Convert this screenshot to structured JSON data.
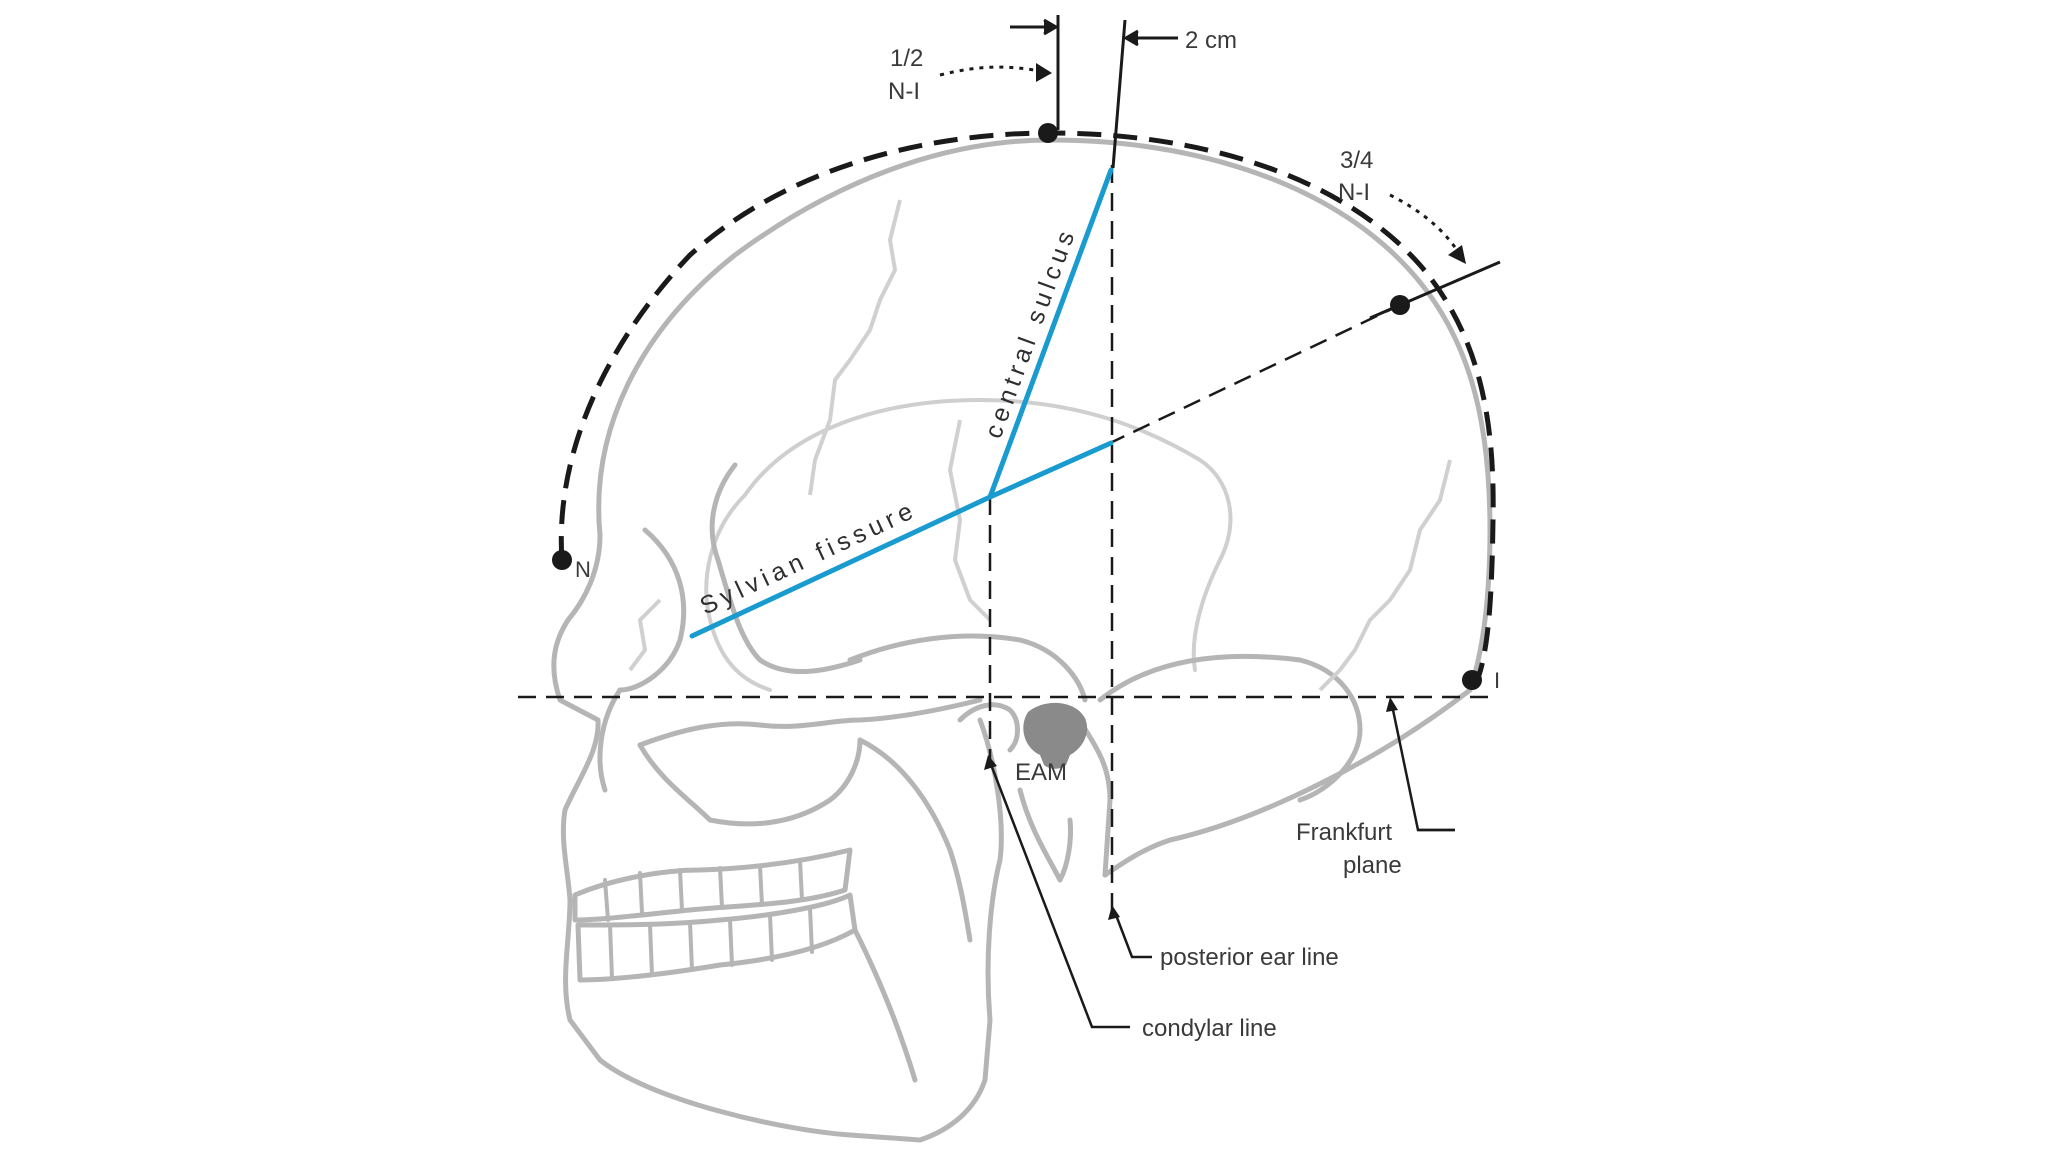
{
  "diagram": {
    "labels": {
      "half_ni_top": "1/2",
      "half_ni_bottom": "N-I",
      "two_cm": "2 cm",
      "three_quarter_ni_top": "3/4",
      "three_quarter_ni_bottom": "N-I",
      "nasion": "N",
      "inion": "I",
      "central_sulcus": "central sulcus",
      "sylvian_fissure": "Sylvian fissure",
      "eam": "EAM",
      "frankfurt_top": "Frankfurt",
      "frankfurt_bottom": "plane",
      "posterior_ear_line": "posterior ear line",
      "condylar_line": "condylar line"
    },
    "colors": {
      "skull_outline": "#b5b5b5",
      "blue_lines": "#1a9bd0",
      "dashed_lines": "#1a1a1a",
      "ear_canal": "#8a8a8a"
    }
  }
}
